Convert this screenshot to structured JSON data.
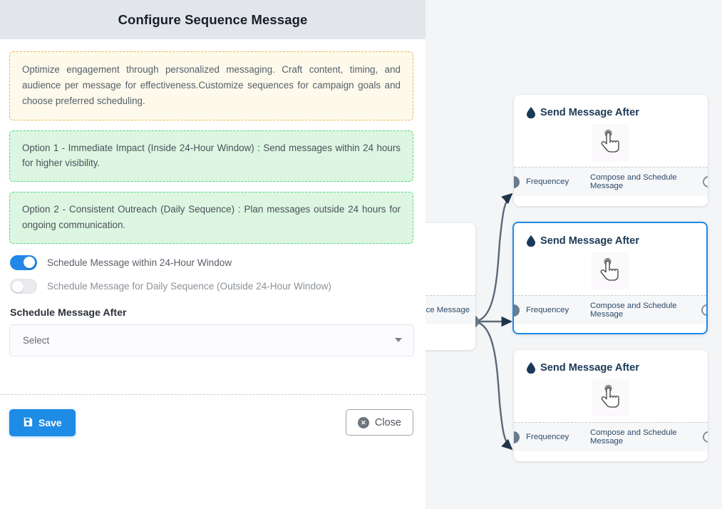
{
  "panel": {
    "title": "Configure Sequence Message",
    "note": "Optimize engagement through personalized messaging. Craft content, timing, and audience per message for effectiveness.Customize sequences for campaign goals and choose preferred scheduling.",
    "option_1": "Option 1 - Immediate Impact (Inside 24-Hour Window) : Send messages within 24 hours for higher visibility.",
    "option_2": "Option 2 - Consistent Outreach (Daily Sequence) : Plan messages outside 24 hours for ongoing communication.",
    "toggles": [
      {
        "label": "Schedule Message within 24-Hour Window",
        "state": "on"
      },
      {
        "label": "Schedule Message for Daily Sequence (Outside 24-Hour Window)",
        "state": "off"
      }
    ],
    "schedule_field": {
      "label": "Schedule Message After",
      "value": "Select",
      "placeholder": "Select"
    },
    "footer": {
      "save_label": "Save",
      "close_label": "Close",
      "close_glyph": "✕"
    }
  },
  "canvas": {
    "nodes": [
      {
        "id": "node-top",
        "title": "Send Message After",
        "foot_left": "Frequencey",
        "foot_right": "Compose and Schedule Message",
        "selected": false
      },
      {
        "id": "node-selected",
        "title": "Send Message After",
        "foot_left": "Frequencey",
        "foot_right": "Compose and Schedule Message",
        "selected": true
      },
      {
        "id": "node-bottom",
        "title": "Send Message After",
        "foot_left": "Frequencey",
        "foot_right": "Compose and Schedule Message",
        "selected": false
      }
    ],
    "partial_node": {
      "foot_right": "ce Message"
    }
  },
  "colors": {
    "accent": "#1e8be6",
    "header_bg": "#e2e5e9",
    "canvas_bg": "#f4f5f7",
    "note_border": "#f0b44a",
    "note_bg": "#fdfaec",
    "option_border": "#4ed97d",
    "option_bg": "#ddf6e2",
    "node_title": "#1b3a57",
    "edge": "#5b6977"
  }
}
